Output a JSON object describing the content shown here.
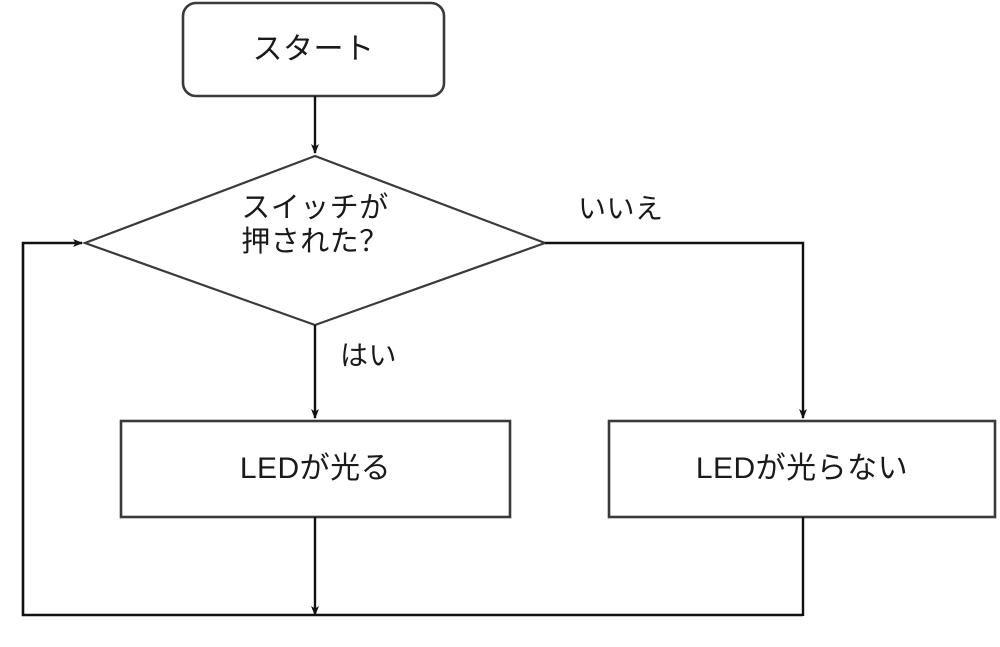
{
  "diagram": {
    "type": "flowchart",
    "orientation": "top-down",
    "language": "ja",
    "stroke_color": "#2b2b2b",
    "fill_color": "#ffffff",
    "text_color": "#1a1a1a",
    "nodes": {
      "start": {
        "label": "スタート",
        "shape": "rounded-rectangle"
      },
      "decision": {
        "label": "スイッチが\n押された？",
        "line1": "スイッチが",
        "line2": "押された？",
        "shape": "diamond"
      },
      "process_yes": {
        "label": "LEDが光る",
        "shape": "rectangle"
      },
      "process_no": {
        "label": "LEDが光らない",
        "shape": "rectangle"
      }
    },
    "edges": {
      "start_to_decision": {
        "label": ""
      },
      "decision_yes": {
        "label": "はい"
      },
      "decision_no": {
        "label": "いいえ"
      },
      "loop_back": {
        "label": ""
      }
    }
  }
}
